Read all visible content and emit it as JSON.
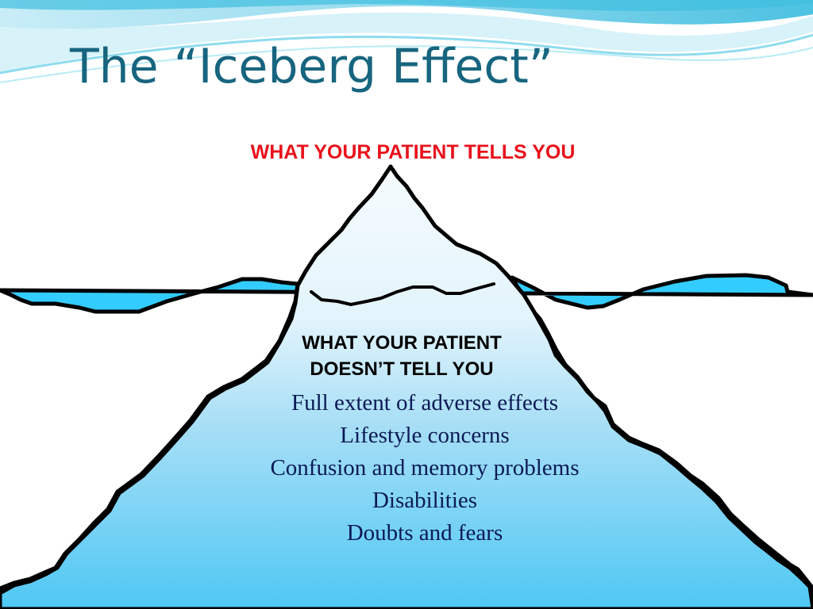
{
  "slide": {
    "title": "The “Iceberg Effect”",
    "surface_label": "WHAT YOUR PATIENT TELLS YOU",
    "hidden_heading": [
      "WHAT YOUR PATIENT",
      "DOESN’T TELL YOU"
    ],
    "hidden_items": [
      "Full extent of adverse effects",
      "Lifestyle concerns",
      "Confusion and memory problems",
      "Disabilities",
      "Doubts and fears"
    ]
  },
  "colors": {
    "title": "#17657f",
    "surface_label": "#e8111b",
    "water": "#33ccff",
    "iceberg_top": "#f4fbff",
    "iceberg_bottom": "#4ec8f4",
    "outline": "#000000"
  }
}
